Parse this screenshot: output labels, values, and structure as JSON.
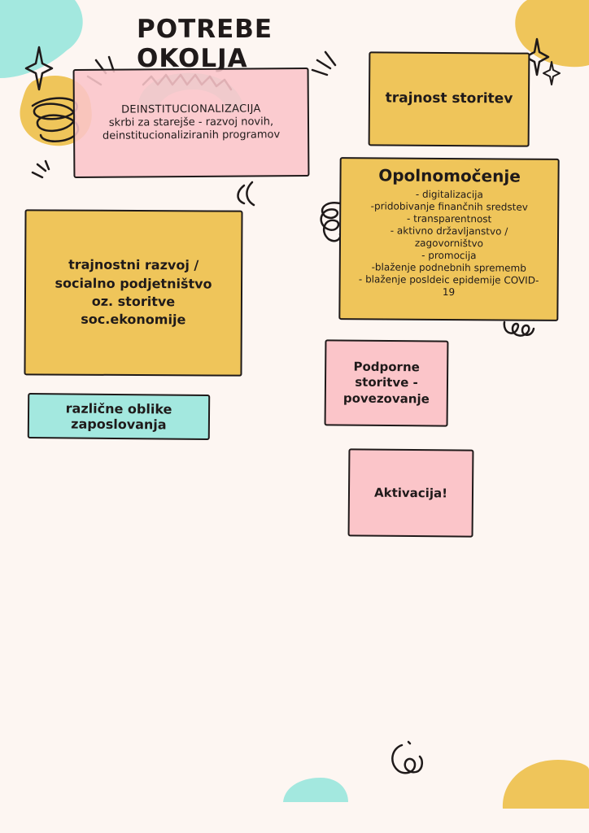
{
  "title": "POTREBE OKOLJA",
  "cards": {
    "deinst": {
      "heading": "DEINSTITUCIONALIZACIJA",
      "body": "skrbi za starejše - razvoj novih, deinstitucionaliziranih programov"
    },
    "trajnost": {
      "text": "trajnost storitev"
    },
    "opolnomocenje": {
      "heading": "Opolnomočenje",
      "items": [
        "- digitalizacija",
        "-pridobivanje finančnih sredstev",
        "- transparentnost",
        "- aktivno državljanstvo / zagovorništvo",
        "- promocija",
        "-blaženje podnebnih sprememb",
        "- blaženje posldeic epidemije COVID-19"
      ]
    },
    "razvoj": {
      "text": "trajnostni razvoj / socialno podjetništvo oz. storitve soc.ekonomije"
    },
    "podporne": {
      "text": "Podporne storitve - povezovanje"
    },
    "zaposlovanje": {
      "text": "različne oblike zaposlovanja"
    },
    "aktivacija": {
      "text": "Aktivacija!"
    }
  },
  "colors": {
    "background": "#fdf6f2",
    "pink": "#fbc5c9",
    "yellow": "#efc55a",
    "teal": "#a3e8df",
    "ink": "#1f1a1a"
  }
}
